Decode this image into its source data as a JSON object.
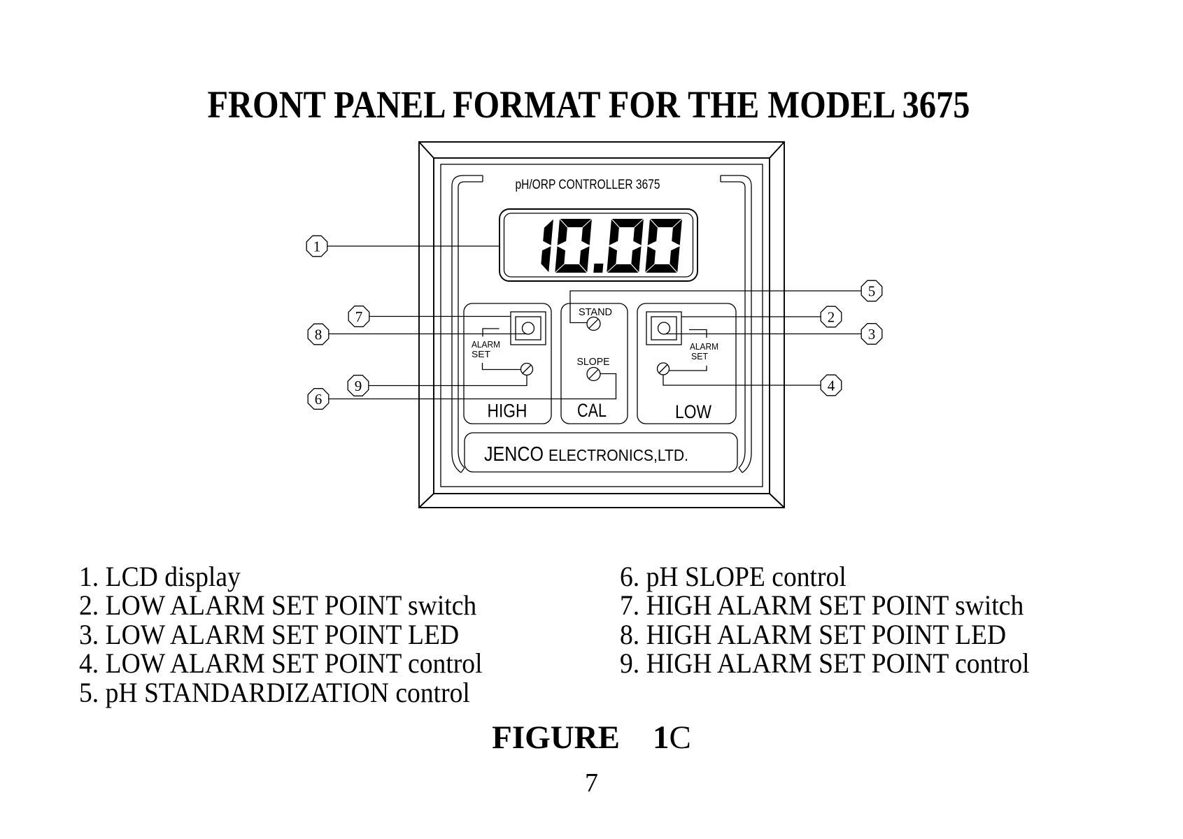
{
  "page": {
    "title": "FRONT PANEL FORMAT FOR THE MODEL 3675",
    "figure": {
      "label": "FIGURE",
      "number_bold": "1",
      "number_light": "C"
    },
    "page_number": "7"
  },
  "panel": {
    "header": "pH/ORP CONTROLLER 3675",
    "lcd": {
      "value": "10.00"
    },
    "controls": {
      "high": {
        "label": "HIGH",
        "alarm": "ALARM",
        "set": "SET"
      },
      "cal": {
        "label": "CAL",
        "stand": "STAND",
        "slope": "SLOPE"
      },
      "low": {
        "label": "LOW",
        "alarm": "ALARM",
        "set": "SET"
      }
    },
    "brand": {
      "name": "JENCO",
      "rest": "ELECTRONICS,LTD."
    }
  },
  "callouts": {
    "c1": "1",
    "c2": "2",
    "c3": "3",
    "c4": "4",
    "c5": "5",
    "c6": "6",
    "c7": "7",
    "c8": "8",
    "c9": "9"
  },
  "legend": {
    "left": [
      "1. LCD display",
      "2. LOW ALARM SET POINT switch",
      "3. LOW ALARM SET POINT LED",
      "4. LOW ALARM SET POINT control",
      "5. pH STANDARDIZATION control"
    ],
    "right": [
      "6. pH SLOPE control",
      "7. HIGH ALARM SET POINT switch",
      "8. HIGH ALARM SET POINT LED",
      "9. HIGH ALARM SET POINT control"
    ]
  }
}
